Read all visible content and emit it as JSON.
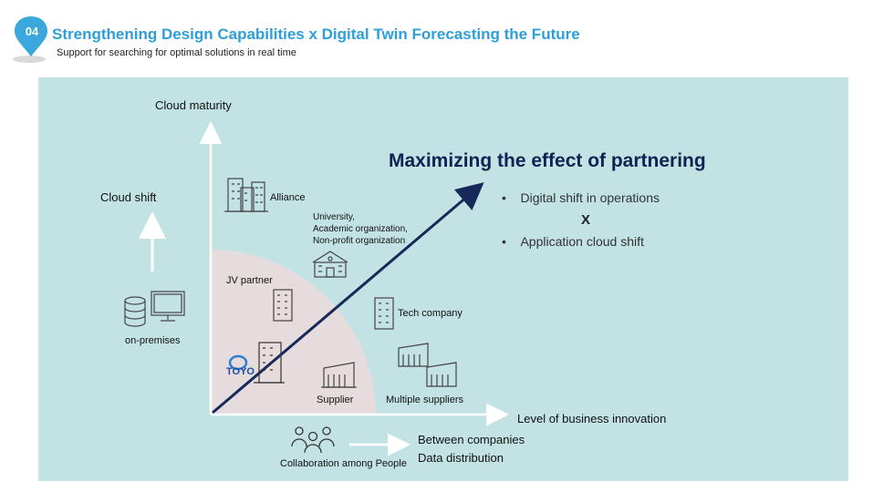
{
  "header": {
    "badge": "04",
    "title": "Strengthening Design Capabilities x Digital Twin Forecasting the Future",
    "subtitle": "Support for searching for optimal solutions in real time"
  },
  "diagram": {
    "y_axis_label": "Cloud maturity",
    "x_axis_label": "Level of business innovation",
    "cloud_shift": "Cloud shift",
    "on_premises": "on-premises",
    "headline": "Maximizing the effect of partnering",
    "bullets": [
      "Digital shift in operations",
      "Application cloud shift"
    ],
    "x_mark": "X",
    "partners": {
      "alliance": "Alliance",
      "university": [
        "University,",
        "Academic organization,",
        "Non-profit organization"
      ],
      "jv_partner": "JV partner",
      "tech_company": "Tech company",
      "supplier": "Supplier",
      "multiple_suppliers": "Multiple suppliers",
      "logo_text": "TOYO"
    },
    "collaboration": "Collaboration among People",
    "between_companies": "Between  companies",
    "data_distribution": "Data distribution"
  },
  "colors": {
    "title": "#2e9fd6",
    "panel": "#c2e2e4",
    "quarter_circle": "#e6dcdd",
    "diagonal_arrow": "#17295a",
    "headline": "#0f2353"
  }
}
